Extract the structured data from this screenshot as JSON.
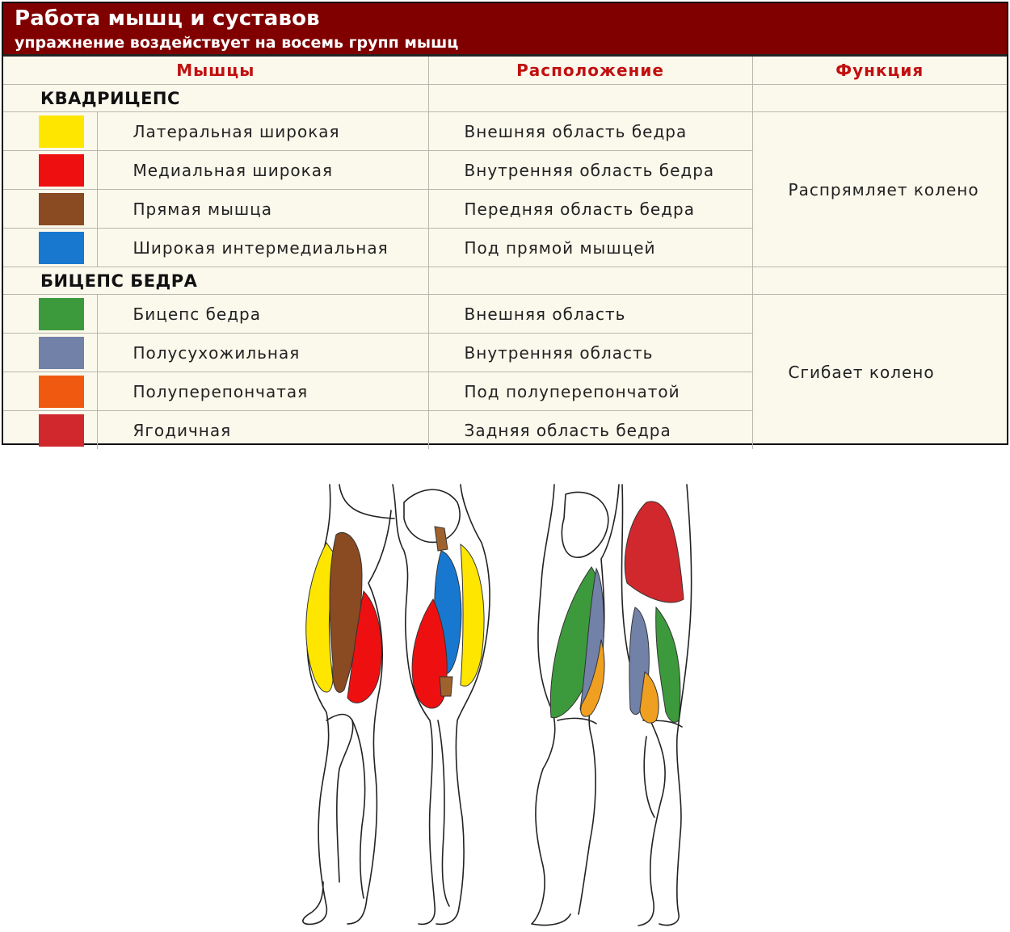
{
  "header": {
    "title": "Работа мышц и суставов",
    "subtitle": "упражнение воздействует на восемь групп мышц"
  },
  "columns": {
    "muscles": "Мышцы",
    "location": "Расположение",
    "function": "Функция"
  },
  "groups": [
    {
      "name": "КВАДРИЦЕПС",
      "function": "Распрямляет колено",
      "rows": [
        {
          "color": "#ffe600",
          "name": "Латеральная широкая",
          "location": "Внешняя область бедра"
        },
        {
          "color": "#ee1010",
          "name": "Медиальная широкая",
          "location": "Внутренняя область бедра"
        },
        {
          "color": "#8a4a22",
          "name": "Прямая мышца",
          "location": "Передняя область бедра"
        },
        {
          "color": "#1878d0",
          "name": "Широкая интермедиальная",
          "location": "Под прямой мышцей"
        }
      ]
    },
    {
      "name": "БИЦЕПС БЕДРА",
      "function": "Сгибает колено",
      "rows": [
        {
          "color": "#3c9a3c",
          "name": "Бицепс бедра",
          "location": "Внешняя область"
        },
        {
          "color": "#7281a8",
          "name": "Полусухожильная",
          "location": "Внутренняя область"
        },
        {
          "color": "#f05a10",
          "name": "Полуперепончатая",
          "location": "Под полуперепончатой"
        },
        {
          "color": "#d0282c",
          "name": "Ягодичная",
          "location": "Задняя область бедра"
        }
      ]
    }
  ]
}
